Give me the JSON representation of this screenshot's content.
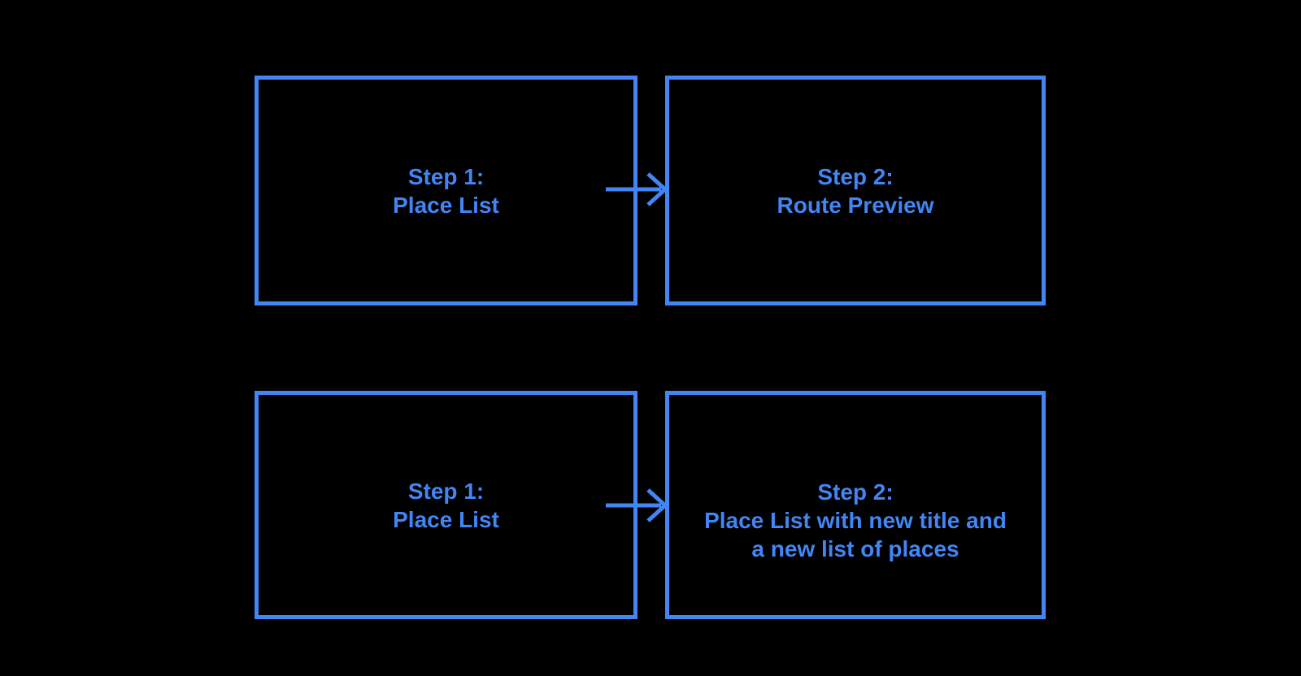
{
  "colors": {
    "accent": "#4285F4",
    "background": "#000000"
  },
  "flowchart": {
    "rows": [
      {
        "connector": "arrow-right",
        "source": {
          "lines": [
            "Step 1:",
            "Place List"
          ]
        },
        "target": {
          "lines": [
            "Step 2:",
            "Route Preview"
          ]
        }
      },
      {
        "connector": "arrow-right",
        "source": {
          "lines": [
            "Step 1:",
            "Place List"
          ]
        },
        "target": {
          "lines": [
            "Step 2:",
            "Place List with new title and",
            "a new list of places"
          ]
        }
      }
    ]
  }
}
